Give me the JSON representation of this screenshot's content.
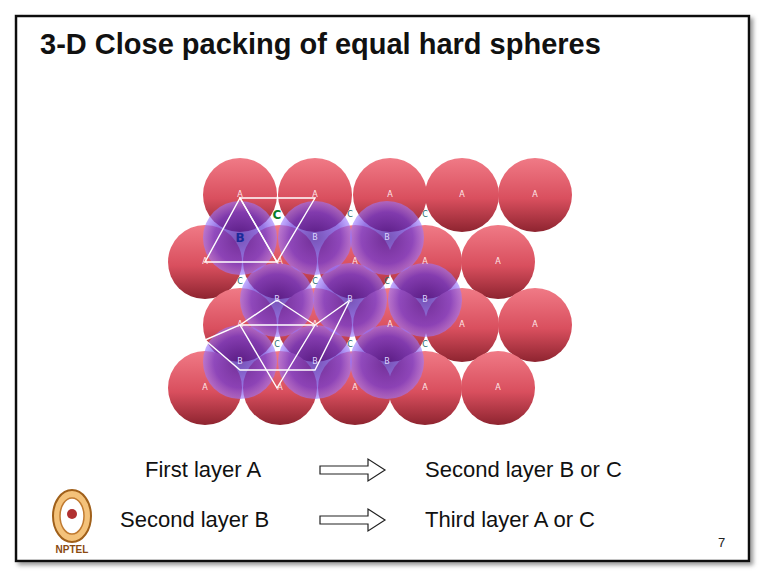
{
  "diagram": {
    "title": "3-D Close packing of equal hard spheres",
    "labels": [
      "A",
      "A",
      "A",
      "A",
      "A",
      "A",
      "A",
      "A",
      "A",
      "A",
      "A",
      "A",
      "A",
      "A",
      "A",
      "A",
      "A",
      "A",
      "A",
      "A",
      "B",
      "B",
      "B",
      "B",
      "B",
      "B",
      "B",
      "B",
      "B",
      "C",
      "C",
      "C",
      "C",
      "C",
      "C",
      "C",
      "C",
      "C",
      "First layer A",
      "Second layer B or C",
      "Second layer B",
      "Third layer A or C",
      "7",
      "NPTEL"
    ]
  }
}
